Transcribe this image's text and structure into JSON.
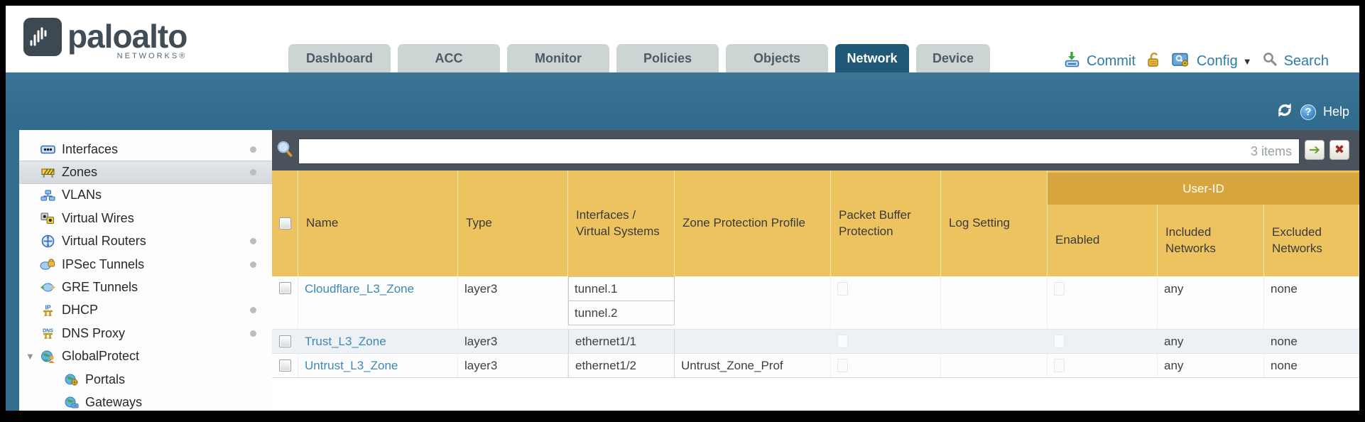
{
  "header": {
    "logo": {
      "brand": "paloalto",
      "sub": "NETWORKS®"
    },
    "tabs": [
      {
        "label": "Dashboard",
        "active": false
      },
      {
        "label": "ACC",
        "active": false
      },
      {
        "label": "Monitor",
        "active": false
      },
      {
        "label": "Policies",
        "active": false
      },
      {
        "label": "Objects",
        "active": false
      },
      {
        "label": "Network",
        "active": true
      },
      {
        "label": "Device",
        "active": false
      }
    ],
    "actions": {
      "commit": "Commit",
      "config": "Config",
      "search": "Search"
    }
  },
  "banner": {
    "help_label": "Help"
  },
  "toolbar": {
    "filter_value": "",
    "items_count": "3 items"
  },
  "icons": {
    "help_glyph": "?",
    "go_glyph": "➔",
    "close_glyph": "✖",
    "caret_glyph": "▼",
    "expander_glyph": "▼"
  },
  "sidebar": {
    "items": [
      {
        "label": "Interfaces"
      },
      {
        "label": "Zones"
      },
      {
        "label": "VLANs"
      },
      {
        "label": "Virtual Wires"
      },
      {
        "label": "Virtual Routers"
      },
      {
        "label": "IPSec Tunnels"
      },
      {
        "label": "GRE Tunnels"
      },
      {
        "label": "DHCP"
      },
      {
        "label": "DNS Proxy"
      },
      {
        "label": "GlobalProtect"
      },
      {
        "label": "Portals"
      },
      {
        "label": "Gateways"
      }
    ]
  },
  "table": {
    "group_header": "User-ID",
    "columns": [
      "Name",
      "Type",
      "Interfaces / Virtual Systems",
      "Zone Protection Profile",
      "Packet Buffer Protection",
      "Log Setting",
      "Enabled",
      "Included Networks",
      "Excluded Networks"
    ],
    "rows": [
      {
        "name": "Cloudflare_L3_Zone",
        "type": "layer3",
        "interfaces": [
          "tunnel.1",
          "tunnel.2"
        ],
        "zone_protection_profile": "",
        "included_networks": "any",
        "excluded_networks": "none"
      },
      {
        "name": "Trust_L3_Zone",
        "type": "layer3",
        "interfaces": [
          "ethernet1/1"
        ],
        "zone_protection_profile": "",
        "included_networks": "any",
        "excluded_networks": "none"
      },
      {
        "name": "Untrust_L3_Zone",
        "type": "layer3",
        "interfaces": [
          "ethernet1/2"
        ],
        "zone_protection_profile": "Untrust_Zone_Prof",
        "included_networks": "any",
        "excluded_networks": "none"
      }
    ]
  },
  "colors": {
    "teal_band": "#336e8e",
    "active_tab": "#1f5977",
    "inactive_tab": "#ccd5d4",
    "toolbar_slate": "#4a535b",
    "table_header": "#edc35f",
    "user_id_band": "#d7a53d",
    "link_blue": "#3e88b1",
    "alt_row": "#edf1f5",
    "action_blue": "#2e7cab"
  }
}
